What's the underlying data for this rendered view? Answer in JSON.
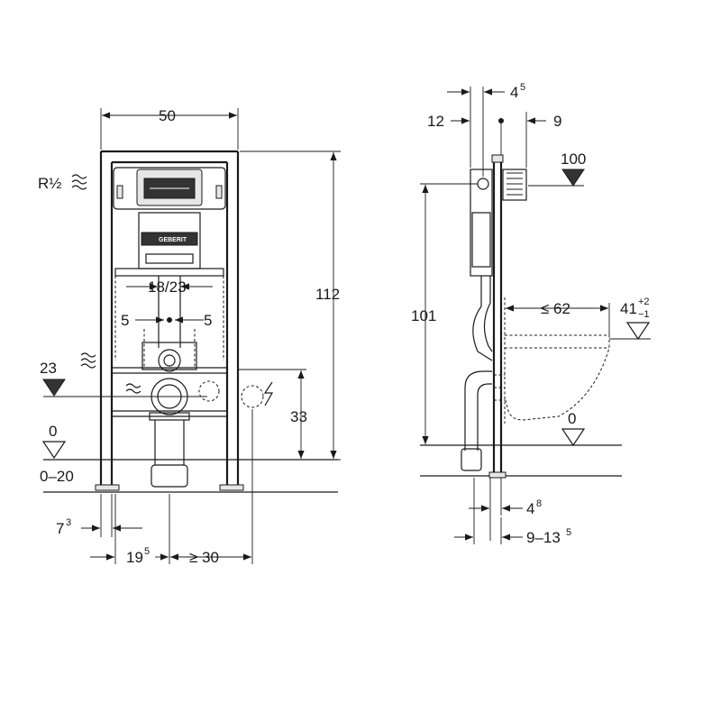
{
  "front_view": {
    "dim_width": "50",
    "dim_height_total": "112",
    "dim_flush_pipe": "18/23",
    "dim_left_offset": "5",
    "dim_right_offset": "5",
    "label_water_supply": "R½",
    "level_supply": "23",
    "level_floor": "0",
    "dim_floor_range": "0–20",
    "dim_height_33": "33",
    "dim_foot_base": "7",
    "dim_foot_sup": "3",
    "dim_centre_base": "19",
    "dim_centre_sup": "5",
    "dim_power_offset": "≥ 30",
    "brand_text": "GEBERIT"
  },
  "side_view": {
    "dim_12": "12",
    "dim_4_5_base": "4",
    "dim_4_5_sup": "5",
    "dim_9": "9",
    "level_100": "100",
    "dim_101": "101",
    "dim_bowl": "≤ 62",
    "dim_41_base": "41",
    "dim_41_sup_top": "+2",
    "dim_41_sup_bottom": "−1",
    "level_floor": "0",
    "dim_4_8_base": "4",
    "dim_4_8_sup": "8",
    "dim_9_13_base": "9–13",
    "dim_9_13_sup": "5"
  }
}
